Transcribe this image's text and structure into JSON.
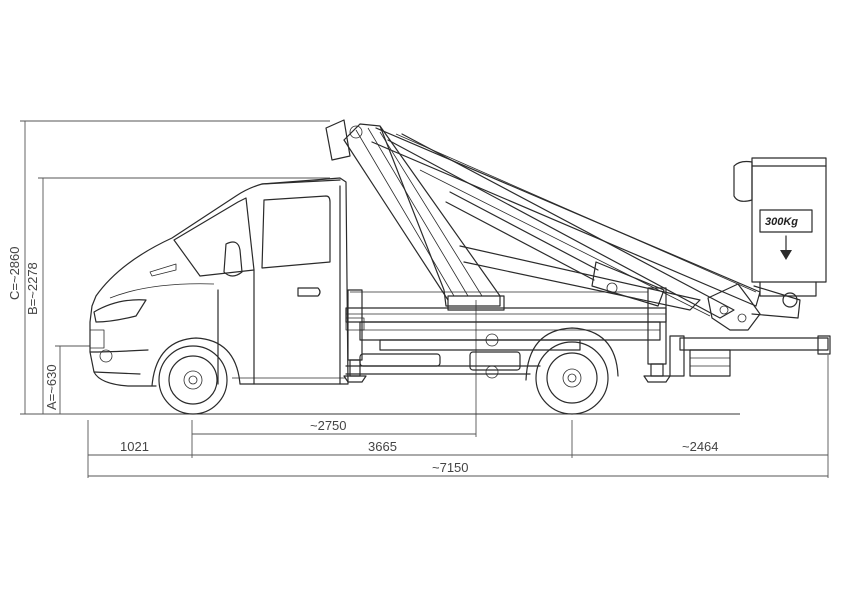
{
  "dimensions": {
    "c_height": "C=~2860",
    "b_height": "B=~2278",
    "a_height": "A=~630",
    "front_overhang": "1021",
    "boom_overhang": "~2750",
    "wheelbase": "3665",
    "rear_overhang": "~2464",
    "overall_length": "~7150"
  },
  "basket": {
    "capacity_label": "300Kg"
  }
}
